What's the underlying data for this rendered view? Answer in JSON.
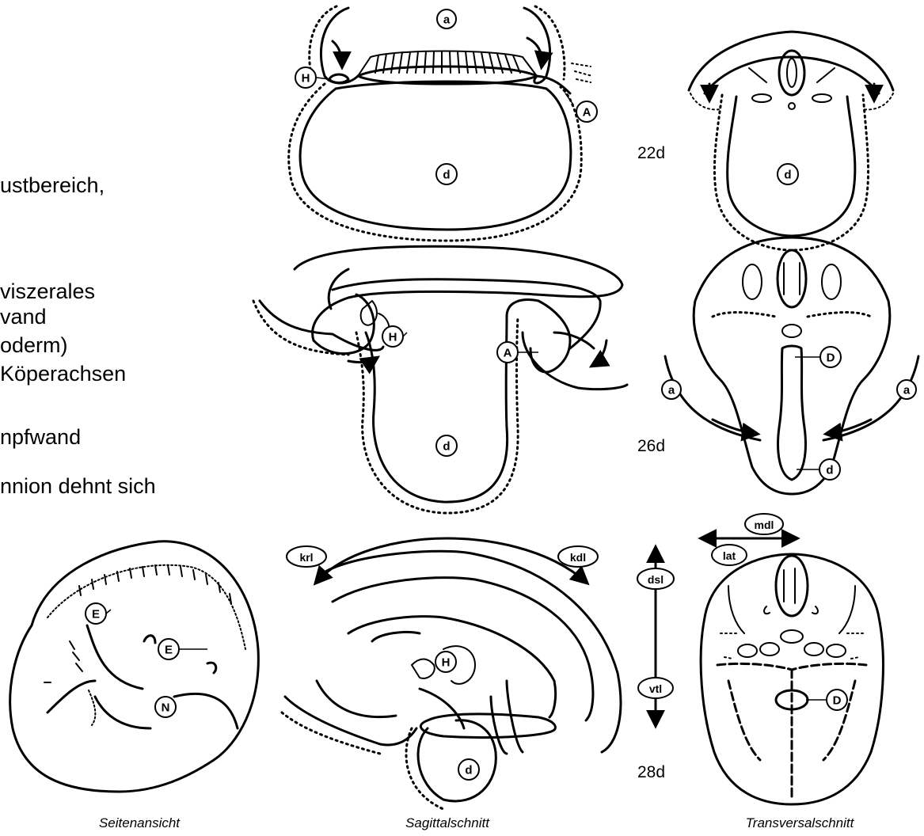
{
  "left_text": [
    "ustbereich,",
    "viszerales",
    "vand",
    "oderm)",
    "Köperachsen",
    "npfwand",
    "nnion dehnt sich"
  ],
  "days": {
    "d22": "22d",
    "d26": "26d",
    "d28": "28d"
  },
  "captions": {
    "side_view": "Seitenansicht",
    "sagittal": "Sagittalschnitt",
    "transversal": "Transversalschnitt"
  },
  "labels": {
    "a": "a",
    "d": "d",
    "H": "H",
    "A": "A",
    "D": "D",
    "E": "E",
    "N": "N",
    "krl": "krl",
    "kdl": "kdl",
    "dsl": "dsl",
    "vtl": "vtl",
    "mdl": "mdl",
    "lat": "lat"
  }
}
